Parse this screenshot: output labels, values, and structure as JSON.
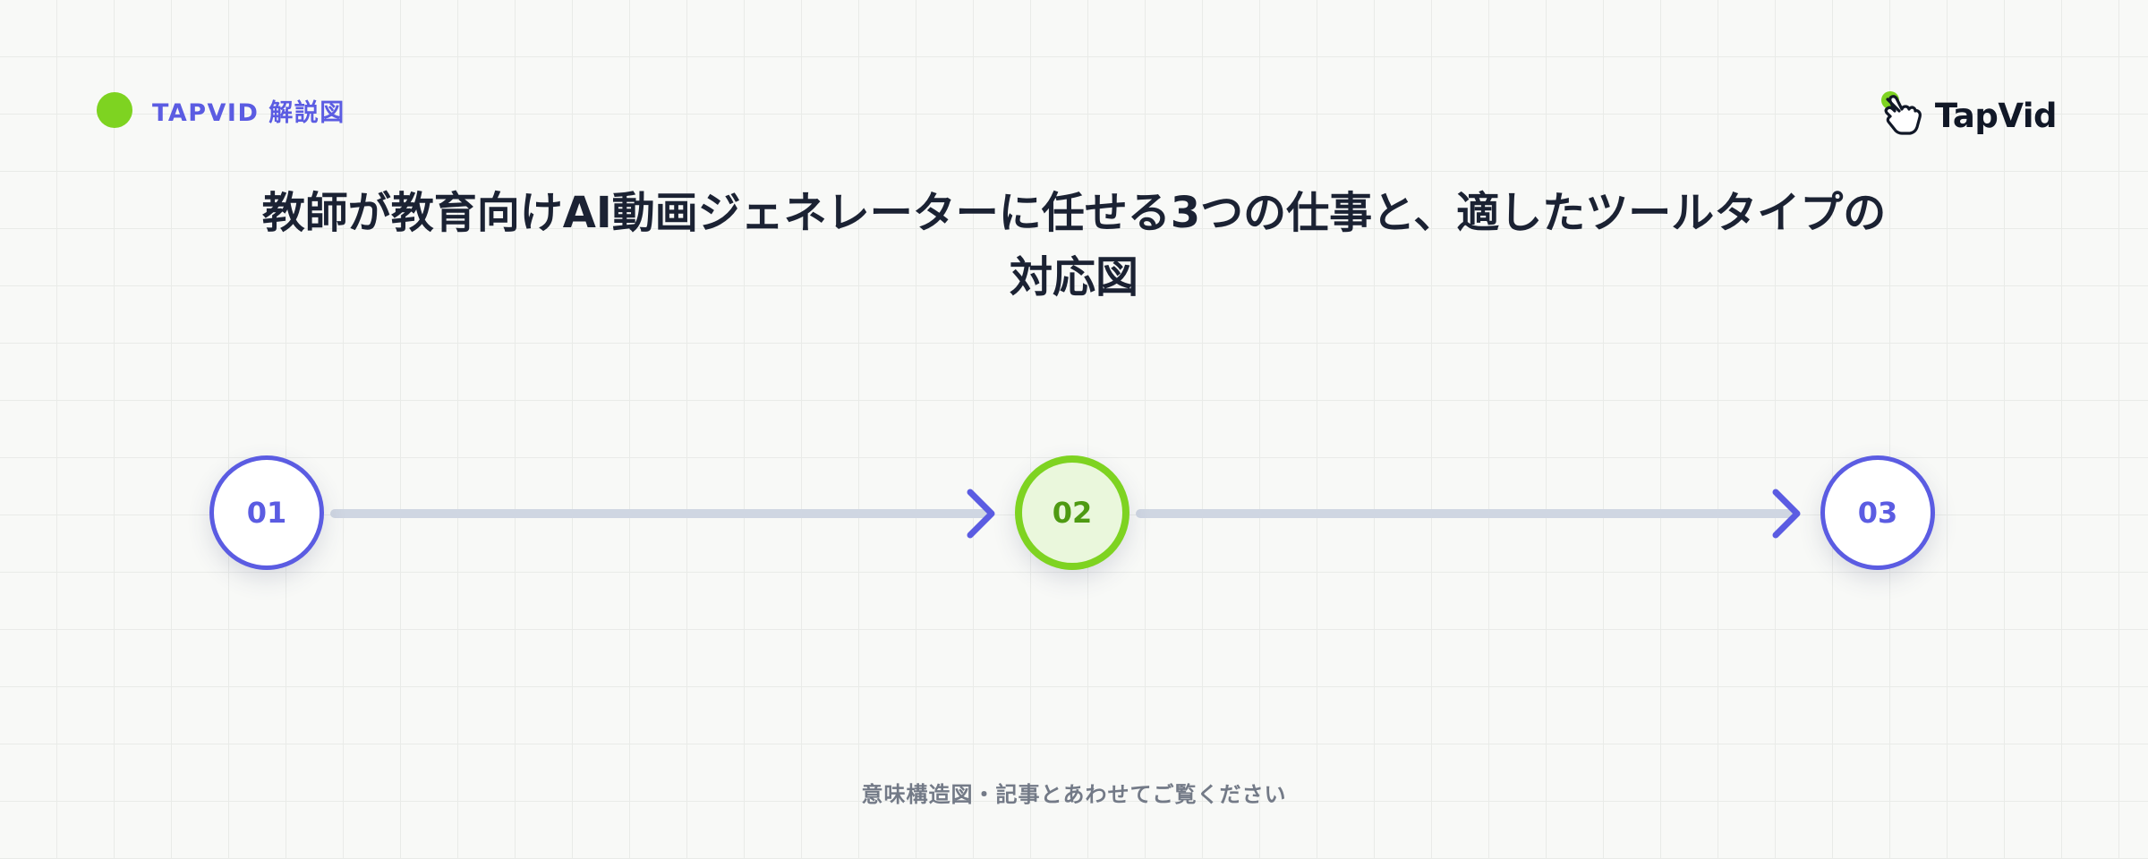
{
  "header": {
    "tag_label": "TAPVID 解説図",
    "accent_color": "#7ed321",
    "brand_color": "#5b5ce2"
  },
  "logo": {
    "text": "TapVid",
    "icon": "pointing-hand-icon"
  },
  "title": "教師が教育向けAI動画ジェネレーターに任せる3つの仕事と、適したツールタイプの対応図",
  "steps": [
    {
      "label": "01",
      "highlighted": false
    },
    {
      "label": "02",
      "highlighted": true
    },
    {
      "label": "03",
      "highlighted": false
    }
  ],
  "connectors": {
    "line_color": "#cfd6e2",
    "arrow_color": "#5b5ce2",
    "arrow_icon": "chevron-right-icon"
  },
  "footer": "意味構造図・記事とあわせてご覧ください"
}
